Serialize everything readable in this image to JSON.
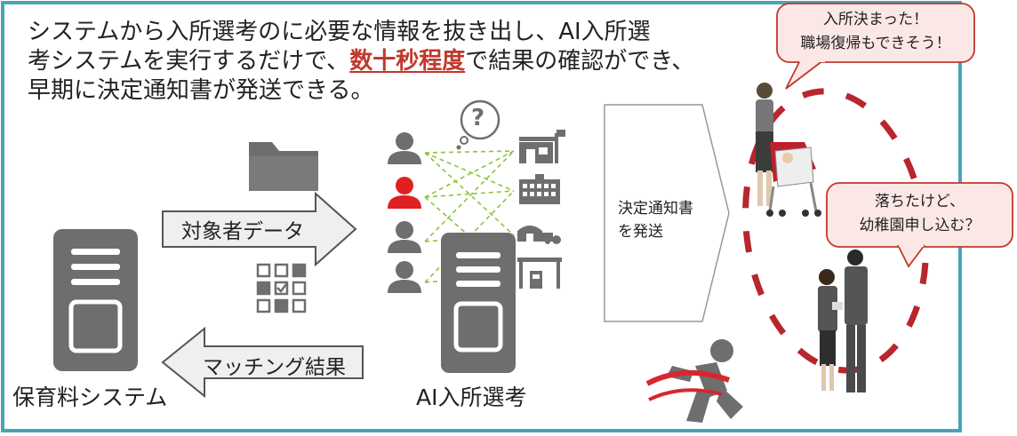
{
  "intro": {
    "line1": "システムから入所選考のに必要な情報を抜き出し、AI入所選",
    "line2_before": "考システムを実行するだけで、",
    "line2_highlight": "数十秒程度",
    "line2_after": "で結果の確認ができ、",
    "line3": "早期に決定通知書が発送できる。"
  },
  "arrows": {
    "forward_label": "対象者データ",
    "back_label": "マッチング結果"
  },
  "labels": {
    "source_system": "保育料システム",
    "ai_system": "AI入所選考",
    "send_notice_line1": "決定通知書",
    "send_notice_line2": "を発送"
  },
  "bubbles": {
    "happy_line1": "入所決まった！",
    "happy_line2": "職場復帰もできそう！",
    "alt_line1": "落ちたけど、",
    "alt_line2": "幼稚園申し込む？"
  },
  "icons": {
    "question": "?"
  },
  "colors": {
    "frame": "#4aa3b8",
    "icon_gray": "#6e6e6e",
    "highlight_person": "#e02020",
    "match_line": "#8cc43c",
    "ring": "#b8262e",
    "bubble_border": "#c0392b"
  }
}
